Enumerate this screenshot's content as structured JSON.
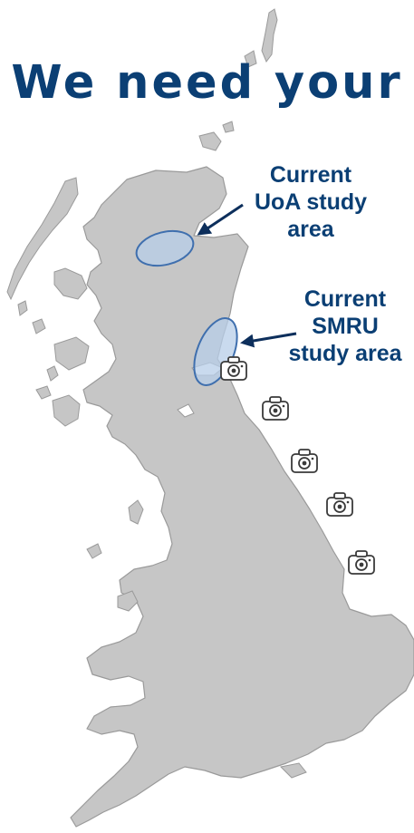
{
  "headline": "We need your",
  "colors": {
    "headline": "#0b3f74",
    "labels": "#0b3f74",
    "land": "#c6c6c6",
    "coast": "#9a9a9a",
    "study_area_fill": "#b7cde8",
    "study_area_stroke": "#3f6fae",
    "arrow": "#0d2f5c"
  },
  "study_areas": [
    {
      "name": "uoa",
      "lines": [
        "Current",
        "UoA study",
        "area"
      ]
    },
    {
      "name": "smru",
      "lines": [
        "Current",
        "SMRU",
        "study area"
      ]
    }
  ],
  "markers": [
    {
      "icon": "camera-icon"
    },
    {
      "icon": "camera-icon"
    },
    {
      "icon": "camera-icon"
    },
    {
      "icon": "camera-icon"
    },
    {
      "icon": "camera-icon"
    }
  ]
}
